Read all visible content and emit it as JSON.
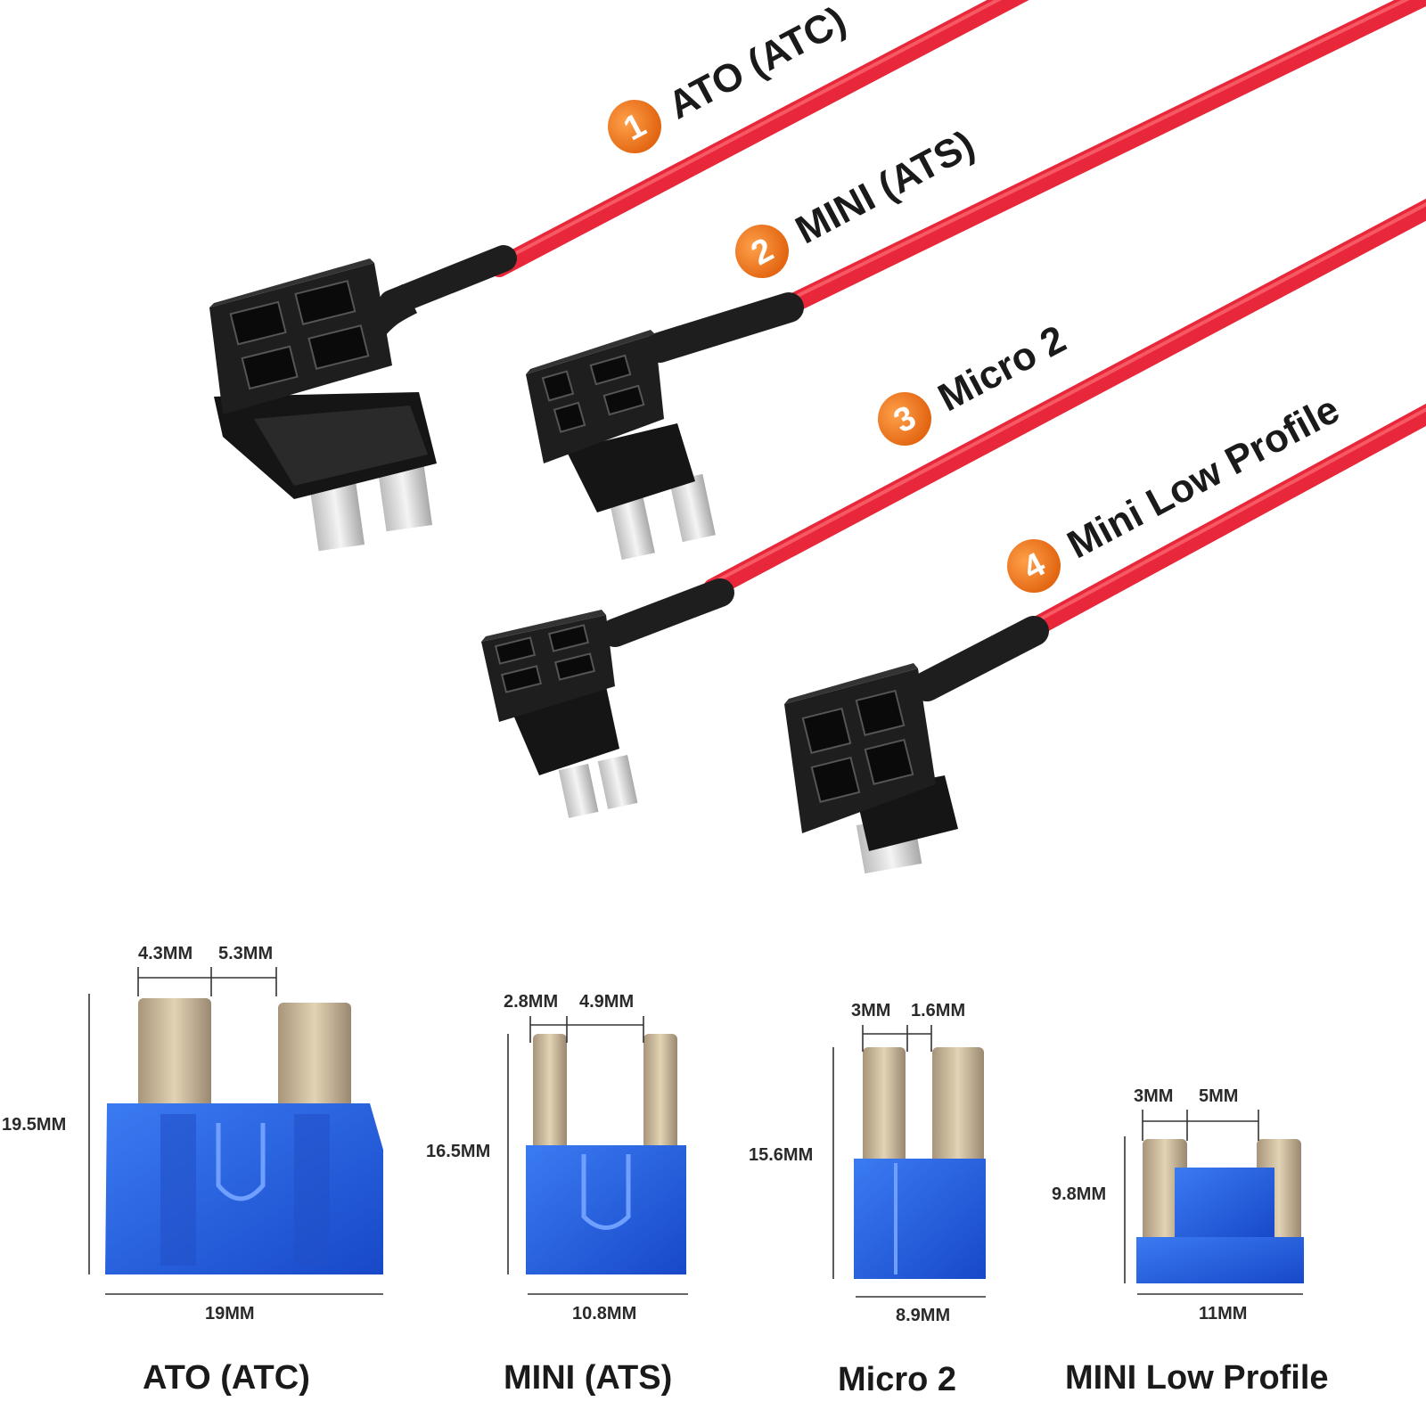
{
  "top_labels": [
    {
      "number": "1",
      "text": "ATO (ATC)"
    },
    {
      "number": "2",
      "text": "MINI (ATS)"
    },
    {
      "number": "3",
      "text": "Micro 2"
    },
    {
      "number": "4",
      "text": "Mini Low Profile"
    }
  ],
  "fuses": [
    {
      "caption": "ATO (ATC)",
      "pin_width": "4.3MM",
      "pin_gap": "5.3MM",
      "height": "19.5MM",
      "width": "19MM"
    },
    {
      "caption": "MINI (ATS)",
      "pin_width": "2.8MM",
      "pin_gap": "4.9MM",
      "height": "16.5MM",
      "width": "10.8MM"
    },
    {
      "caption": "Micro 2",
      "pin_width": "3MM",
      "pin_gap": "1.6MM",
      "height": "15.6MM",
      "width": "8.9MM"
    },
    {
      "caption": "MINI Low Profile",
      "pin_width": "3MM",
      "pin_gap": "5MM",
      "height": "9.8MM",
      "width": "11MM"
    }
  ],
  "colors": {
    "wire": "#e8283a",
    "badge": "#f07820",
    "housing": "#1e1e1e",
    "fuse_body": "#1f5fe0",
    "blade": "#c9b48e"
  }
}
